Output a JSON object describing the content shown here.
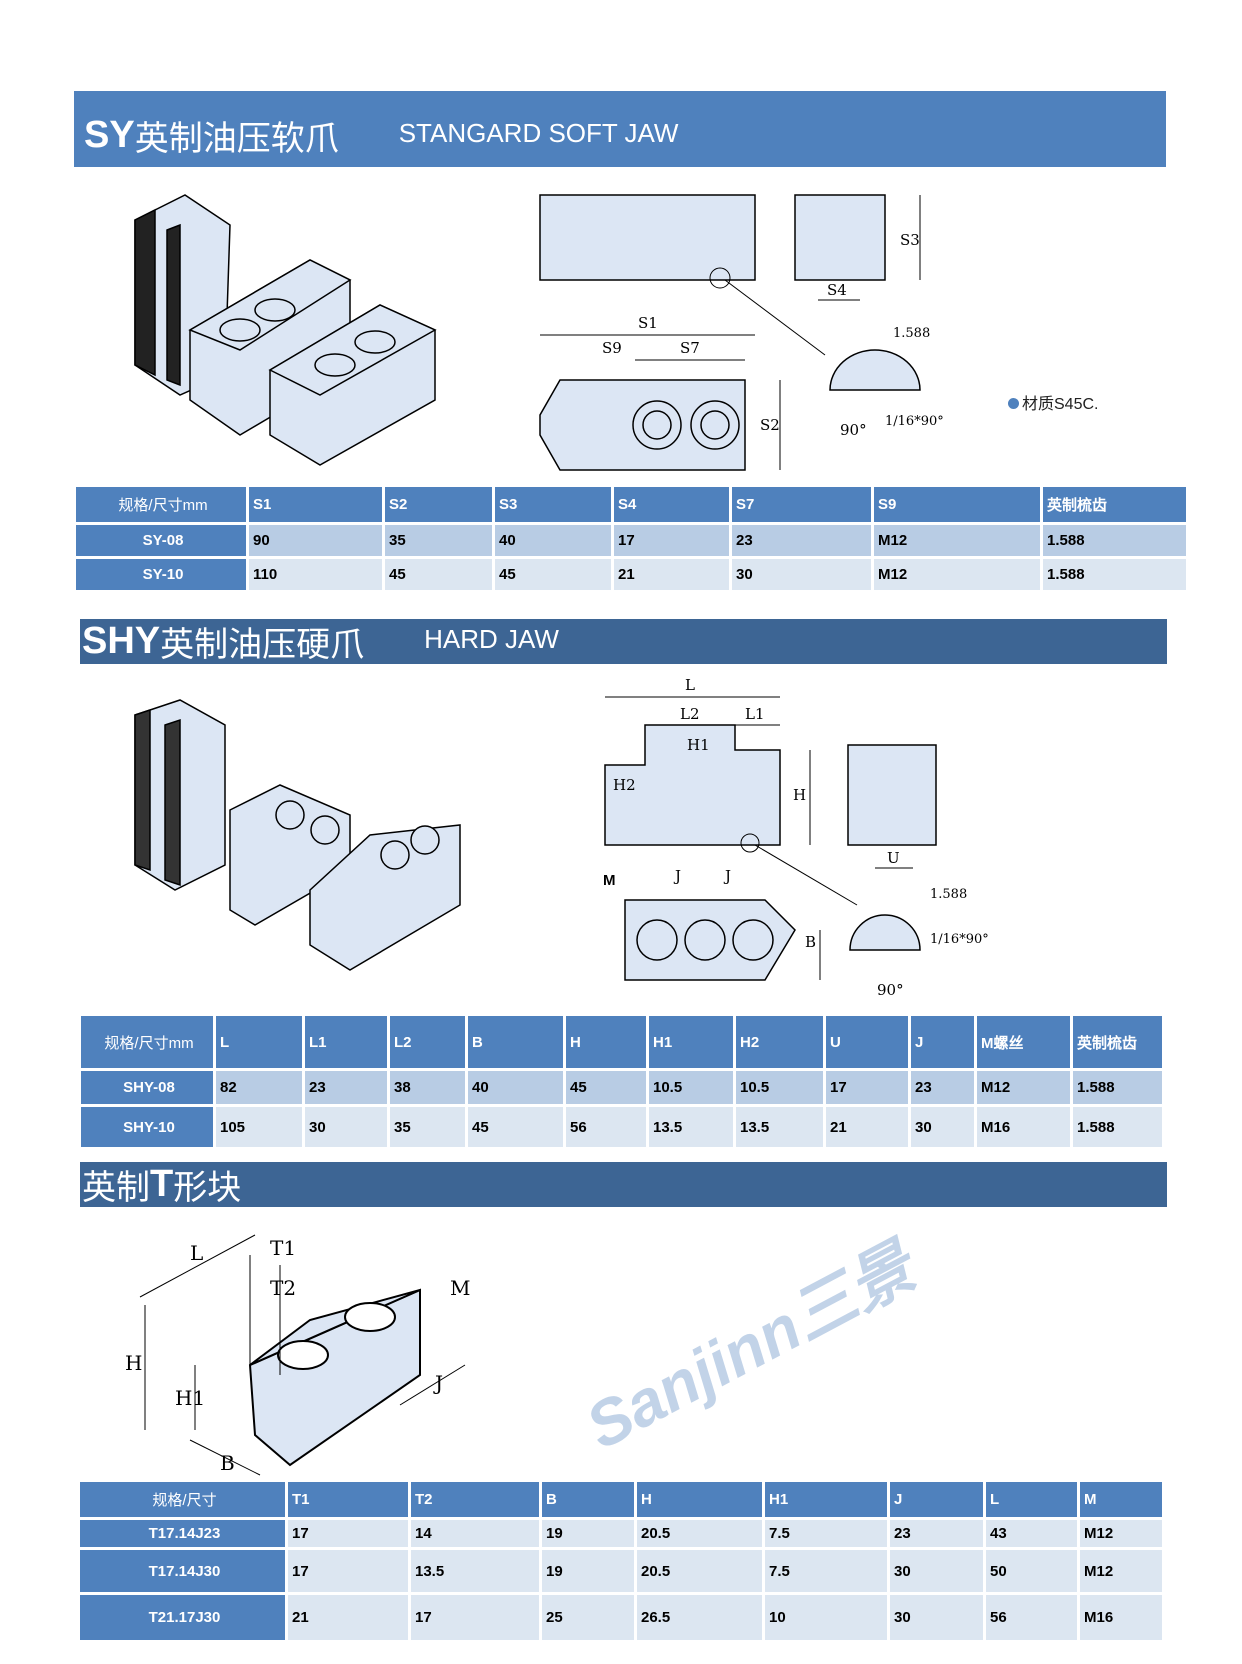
{
  "sections": {
    "soft": {
      "code": "SY",
      "cn": "英制油压软爪",
      "en": "STANGARD SOFT JAW",
      "material": "材质S45C."
    },
    "hard": {
      "code": "SHY",
      "cn": "英制油压硬爪",
      "en": "HARD JAW"
    },
    "tblock": {
      "cn1": "英制",
      "code": "T",
      "cn2": "形块"
    }
  },
  "diagram_labels": {
    "soft": {
      "s1": "S1",
      "s9": "S9",
      "s7": "S7",
      "s2": "S2",
      "s3": "S3",
      "s4": "S4",
      "pitch": "1.588",
      "angle": "90°",
      "tooth": "1/16*90°"
    },
    "hard": {
      "l": "L",
      "l2": "L2",
      "l1": "L1",
      "h1": "H1",
      "h2": "H2",
      "h": "H",
      "u": "U",
      "m": "M",
      "j": "J",
      "b": "B",
      "pitch": "1.588",
      "tooth": "1/16*90°",
      "angle": "90°"
    },
    "tblock": {
      "l": "L",
      "t1": "T1",
      "t2": "T2",
      "h": "H",
      "h1": "H1",
      "b": "B",
      "j": "J",
      "m": "M"
    }
  },
  "watermark": "Sanjinn三景",
  "tables": {
    "soft": {
      "headers": [
        "规格/尺寸mm",
        "S1",
        "S2",
        "S3",
        "S4",
        "S7",
        "S9",
        "英制梳齿"
      ],
      "rows": [
        [
          "SY-08",
          "90",
          "35",
          "40",
          "17",
          "23",
          "M12",
          "1.588"
        ],
        [
          "SY-10",
          "110",
          "45",
          "45",
          "21",
          "30",
          "M12",
          "1.588"
        ]
      ]
    },
    "hard": {
      "headers": [
        "规格/尺寸mm",
        "L",
        "L1",
        "L2",
        "B",
        "H",
        "H1",
        "H2",
        "U",
        "J",
        "M螺丝",
        "英制梳齿"
      ],
      "rows": [
        [
          "SHY-08",
          "82",
          "23",
          "38",
          "40",
          "45",
          "10.5",
          "10.5",
          "17",
          "23",
          "M12",
          "1.588"
        ],
        [
          "SHY-10",
          "105",
          "30",
          "35",
          "45",
          "56",
          "13.5",
          "13.5",
          "21",
          "30",
          "M16",
          "1.588"
        ]
      ]
    },
    "tblock": {
      "headers": [
        "规格/尺寸",
        "T1",
        "T2",
        "B",
        "H",
        "H1",
        "J",
        "L",
        "M"
      ],
      "rows": [
        [
          "T17.14J23",
          "17",
          "14",
          "19",
          "20.5",
          "7.5",
          "23",
          "43",
          "M12"
        ],
        [
          "T17.14J30",
          "17",
          "13.5",
          "19",
          "20.5",
          "7.5",
          "30",
          "50",
          "M12"
        ],
        [
          "T21.17J30",
          "21",
          "17",
          "25",
          "26.5",
          "10",
          "30",
          "56",
          "M16"
        ]
      ]
    }
  }
}
